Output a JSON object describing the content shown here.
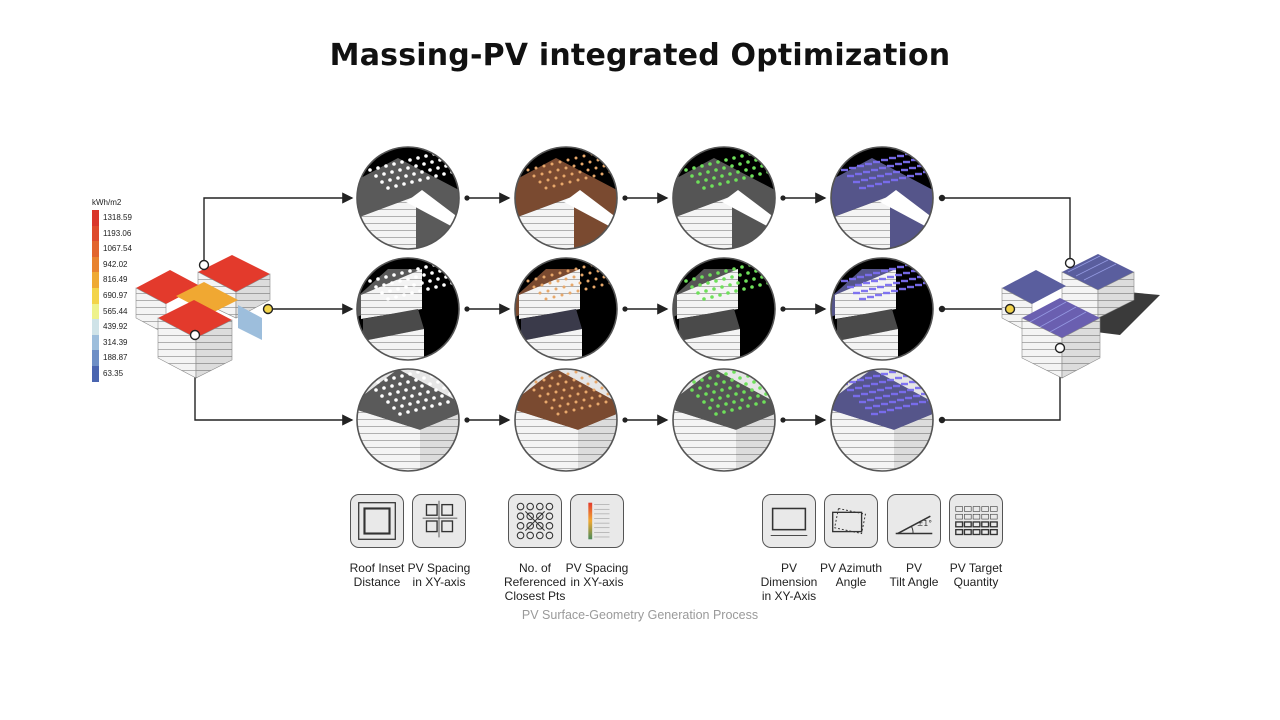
{
  "title": "Massing-PV integrated Optimization",
  "legend": {
    "unit": "kWh/m2",
    "values": [
      "1318.59",
      "1193.06",
      "1067.54",
      "942.02",
      "816.49",
      "690.97",
      "565.44",
      "439.92",
      "314.39",
      "188.87",
      "63.35"
    ],
    "colors": [
      "#d9362b",
      "#de4a2c",
      "#e2652d",
      "#e8832f",
      "#efaa33",
      "#f3d44a",
      "#eef28c",
      "#cfe3e8",
      "#9dbedc",
      "#6e8fc6",
      "#4a65b0"
    ]
  },
  "parameters": [
    {
      "label_lines": [
        "Roof Inset",
        "Distance"
      ],
      "icon": "roof-inset-icon"
    },
    {
      "label_lines": [
        "PV Spacing",
        "in XY-axis"
      ],
      "icon": "pv-spacing-icon"
    },
    {
      "label_lines": [
        "No. of",
        "Referenced",
        "Closest Pts"
      ],
      "icon": "closest-points-icon"
    },
    {
      "label_lines": [
        "PV Spacing",
        "in XY-axis"
      ],
      "icon": "pv-spacing-gradient-icon"
    },
    {
      "label_lines": [
        "PV",
        "Dimension",
        "in XY-Axis"
      ],
      "icon": "pv-dimension-icon"
    },
    {
      "label_lines": [
        "PV Azimuth",
        "Angle"
      ],
      "icon": "pv-azimuth-icon"
    },
    {
      "label_lines": [
        "PV",
        "Tilt Angle"
      ],
      "icon": "pv-tilt-icon"
    },
    {
      "label_lines": [
        "PV Target",
        "Quantity"
      ],
      "icon": "pv-quantity-icon"
    }
  ],
  "icon_text": {
    "tilt_angle": "±1°"
  },
  "caption": "PV Surface-Geometry Generation Process"
}
